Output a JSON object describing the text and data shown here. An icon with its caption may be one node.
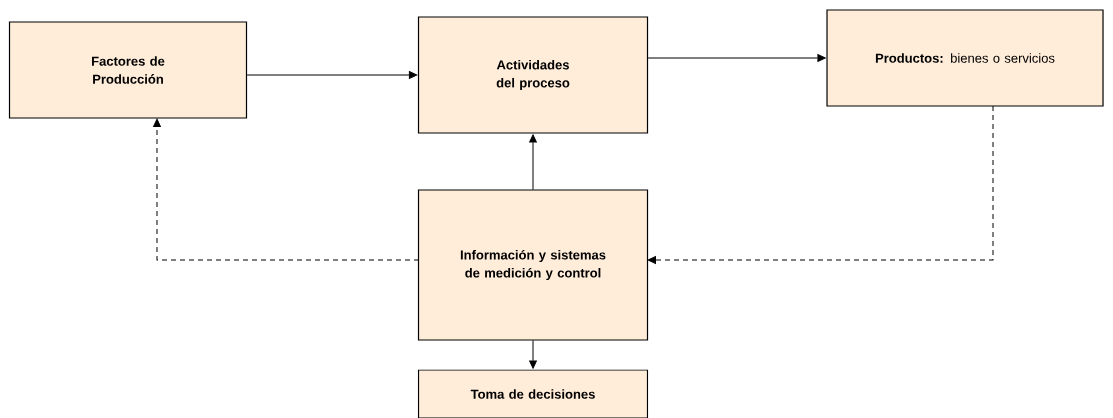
{
  "diagram": {
    "nodes": [
      {
        "text": [
          "Factores de Producción"
        ]
      },
      {
        "text": [
          "Actividades del proceso"
        ]
      },
      {
        "text": [
          "**Productos:** bienes o servicios"
        ]
      },
      {
        "text": [
          "Información y sistemas de medición y control"
        ]
      },
      {
        "text": [
          "Toma de decisiones"
        ]
      }
    ],
    "edges": [
      {
        "from": 0,
        "to": 1,
        "arrow": "to"
      },
      {
        "from": 1,
        "to": 2,
        "arrow": "to"
      },
      {
        "from": 3,
        "to": 1,
        "arrow": "to"
      },
      {
        "from": 3,
        "to": 0,
        "arrow": "to",
        "style": "dashed"
      },
      {
        "from": 2,
        "to": 3,
        "arrow": "to",
        "style": "dashed"
      },
      {
        "from": 3,
        "to": 4,
        "arrow": "to"
      }
    ]
  }
}
